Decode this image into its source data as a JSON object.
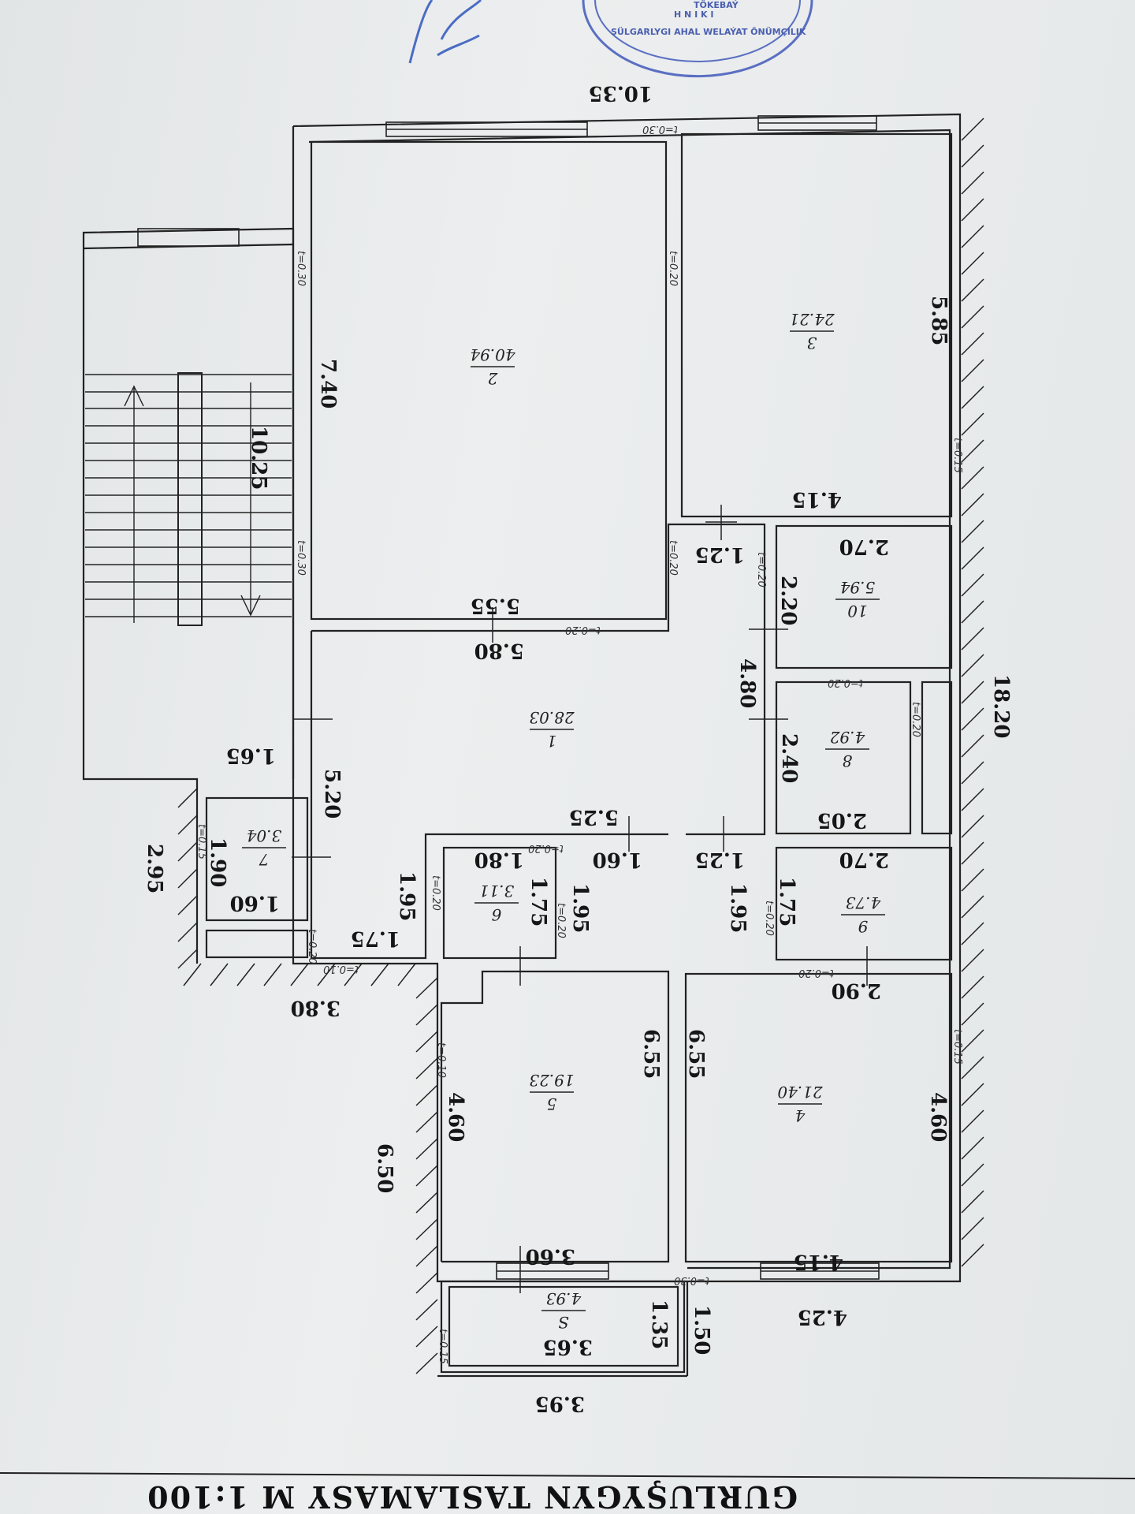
{
  "title": "GURLUŞYGYN TASLAMASY M 1:100",
  "stamp": {
    "text_top": "SÜLGARLYGI AHAL WELAÝAT ÖNÜMÇILIK",
    "text_mid": "H N I K I",
    "text_bottom": "TÖKEBAÝ"
  },
  "signature": "signature",
  "rooms": [
    {
      "id": "1",
      "num": "1",
      "area": "28.03"
    },
    {
      "id": "2",
      "num": "2",
      "area": "40.94"
    },
    {
      "id": "3",
      "num": "3",
      "area": "24.21"
    },
    {
      "id": "4",
      "num": "4",
      "area": "21.40"
    },
    {
      "id": "5",
      "num": "5",
      "area": "19.23"
    },
    {
      "id": "6",
      "num": "6",
      "area": "3.11"
    },
    {
      "id": "7",
      "num": "7",
      "area": "3.04"
    },
    {
      "id": "8",
      "num": "8",
      "area": "4.92"
    },
    {
      "id": "9",
      "num": "9",
      "area": "4.73"
    },
    {
      "id": "10",
      "num": "10",
      "area": "5.94"
    },
    {
      "id": "S",
      "num": "S",
      "area": "4.93"
    }
  ],
  "dimensions": {
    "overall_width": "10.35",
    "overall_length": "18.20",
    "stair_length": "10.25",
    "stair_width": "1.65",
    "r2_length": "7.40",
    "r2_width": "5.55",
    "corridor_width": "5.80",
    "r3_length": "5.85",
    "r3_width": "4.15",
    "passage_top": "1.25",
    "r10_width": "2.70",
    "r10_length": "2.20",
    "hall_length": "4.80",
    "r8_length": "2.40",
    "r8_width": "2.05",
    "hall_side": "5.20",
    "hall_bottom": "5.25",
    "r7_length": "1.90",
    "r7_width": "1.60",
    "wing_total": "2.95",
    "r6_width": "1.80",
    "r6_length": "1.75",
    "r6_side": "1.95",
    "gap_width": "1.60",
    "passage_bottom": "1.25",
    "r9_width": "2.70",
    "r9_length": "1.75",
    "r9_side": "1.95",
    "entry_length": "1.95",
    "entry_width": "1.75",
    "lower_offset": "3.80",
    "r4_top": "2.90",
    "r5_length": "6.55",
    "r4_length": "6.55",
    "r5_width": "4.60",
    "r4_width": "4.60",
    "lower_total": "6.50",
    "r5_depth": "3.60",
    "r4_depth": "4.15",
    "r4_outer": "4.25",
    "balcony_length": "3.65",
    "balcony_inner": "1.35",
    "balcony_outer": "1.50",
    "balcony_total": "3.95"
  },
  "wall_thickness": {
    "w1": "t=0.30",
    "w2": "t=0.30",
    "w3": "t=0.30",
    "w4": "t=0.20",
    "w5": "t=0.20",
    "w6": "t=0.20",
    "w7": "t=0.15",
    "w8": "t=0.20",
    "w9": "t=0.20",
    "w10": "t=0.20",
    "w11": "t=0.20",
    "w12": "t=0.20",
    "w13": "t=0.20",
    "w14": "t=0.15",
    "w15": "t=0.20",
    "w16": "t=0.10",
    "w17": "t=0.10",
    "w18": "t=0.15",
    "w19": "t=0.20",
    "w20": "t=0.20",
    "w21": "t=0.15",
    "w22": "t=0.30"
  }
}
